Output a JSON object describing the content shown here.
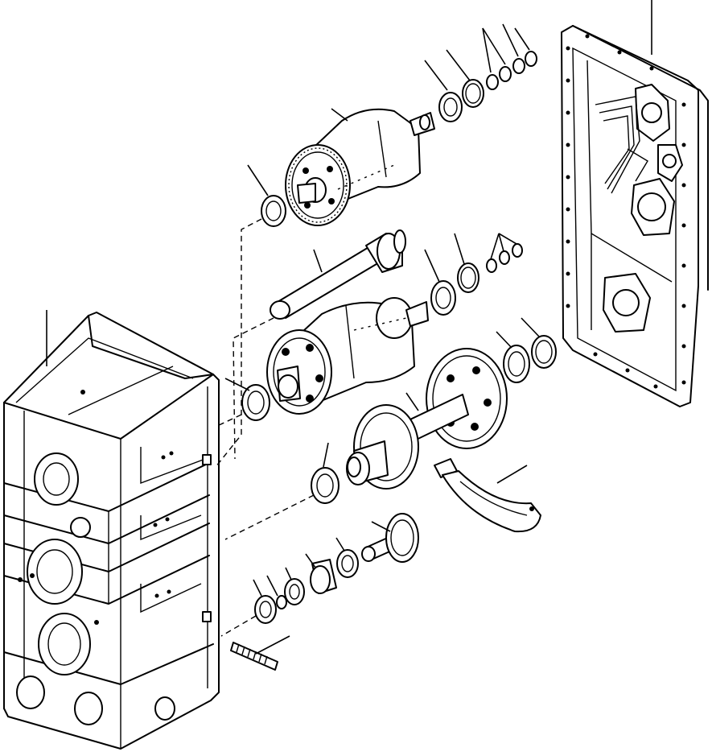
{
  "diagram": {
    "kind": "exploded parts view",
    "background": "#ffffff",
    "line_color": "#000000",
    "parts": [
      "transmission-housing",
      "rear-cover",
      "upper-gear-drum",
      "splined-shaft",
      "middle-gear-drum",
      "large-gear-shaft",
      "small-pinion-shaft",
      "oil-scoop",
      "roller-bearing",
      "thrust-washer",
      "snap-ring",
      "spacer-sleeve",
      "stud-bolt"
    ]
  }
}
